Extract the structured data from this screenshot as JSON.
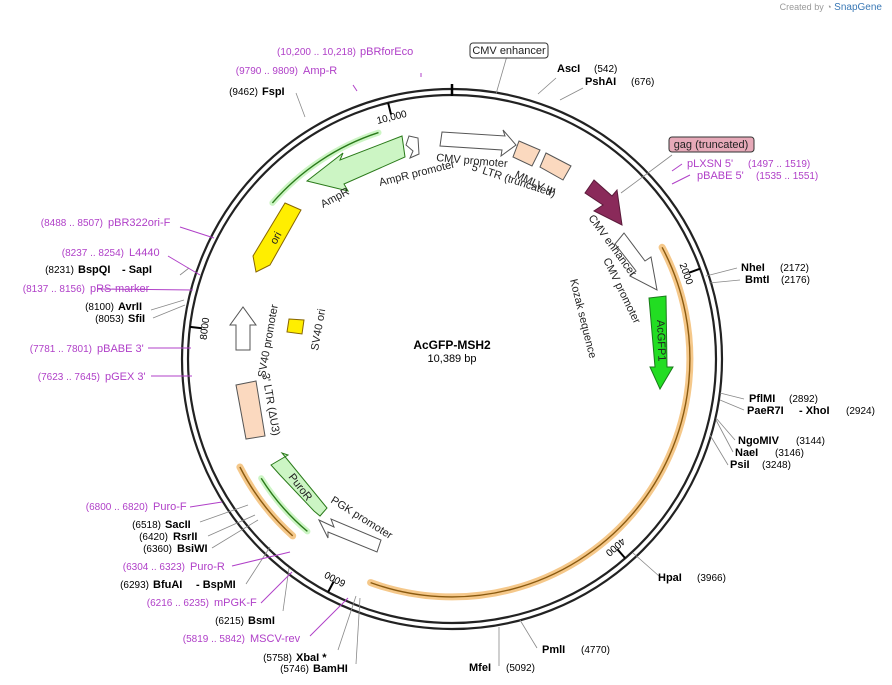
{
  "logo": {
    "prefix": "Created by",
    "brand": "SnapGene"
  },
  "plasmid": {
    "name": "AcGFP-MSH2",
    "length_label": "10,389 bp"
  },
  "ticks": [
    {
      "label": "2000",
      "angle": 70
    },
    {
      "label": "4000",
      "angle": 139
    },
    {
      "label": "6000",
      "angle": 208
    },
    {
      "label": "8000",
      "angle": 277
    },
    {
      "label": "10,000",
      "angle": 346
    }
  ],
  "features": [
    {
      "label": "CMV enhancer",
      "boxed": true,
      "box_fill": "#ffffff"
    },
    {
      "label": "gag (truncated)",
      "boxed": true,
      "box_fill": "#e6a9b8"
    },
    {
      "label": "CMV promoter"
    },
    {
      "label": "5' LTR (truncated)"
    },
    {
      "label": "MMLV Ψ"
    },
    {
      "label": "AmpR promoter"
    },
    {
      "label": "AmpR"
    },
    {
      "label": "ori"
    },
    {
      "label": "CMV enhancer"
    },
    {
      "label": "CMV promoter"
    },
    {
      "label": "Kozak sequence"
    },
    {
      "label": "AcGFP1"
    },
    {
      "label": "SV40 promoter"
    },
    {
      "label": "SV40 ori"
    },
    {
      "label": "3' LTR (ΔU3)"
    },
    {
      "label": "PuroR"
    },
    {
      "label": "PGK promoter"
    }
  ],
  "enzymes": [
    {
      "name": "AscI",
      "pos": "(542)"
    },
    {
      "name": "PshAI",
      "pos": "(676)"
    },
    {
      "name": "NheI",
      "pos": "(2172)"
    },
    {
      "name": "BmtI",
      "pos": "(2176)"
    },
    {
      "name": "PflMI",
      "pos": "(2892)"
    },
    {
      "name": "PaeR7I",
      "pos": "(2924)",
      "sep": "- XhoI"
    },
    {
      "name": "NgoMIV",
      "pos": "(3144)"
    },
    {
      "name": "NaeI",
      "pos": "(3146)"
    },
    {
      "name": "PsiI",
      "pos": "(3248)"
    },
    {
      "name": "HpaI",
      "pos": "(3966)"
    },
    {
      "name": "PmlI",
      "pos": "(4770)"
    },
    {
      "name": "MfeI",
      "pos": "(5092)"
    },
    {
      "name": "FspI",
      "pos": "(9462)"
    },
    {
      "name": "BspQI",
      "pos": "(8231)",
      "sep": "- SapI"
    },
    {
      "name": "AvrII",
      "pos": "(8100)"
    },
    {
      "name": "SfiI",
      "pos": "(8053)"
    },
    {
      "name": "SacII",
      "pos": "(6518)"
    },
    {
      "name": "RsrII",
      "pos": "(6420)"
    },
    {
      "name": "BsiWI",
      "pos": "(6360)"
    },
    {
      "name": "BfuAI",
      "pos": "(6293)",
      "sep": "- BspMI"
    },
    {
      "name": "BsmI",
      "pos": "(6215)"
    },
    {
      "name": "XbaI *",
      "pos": "(5758)"
    },
    {
      "name": "BamHI",
      "pos": "(5746)"
    }
  ],
  "primers": [
    {
      "name": "pBRforEco",
      "range": "(10,200 .. 10,218)"
    },
    {
      "name": "Amp-R",
      "range": "(9790 .. 9809)"
    },
    {
      "name": "pLXSN 5'",
      "range": "(1497 .. 1519)"
    },
    {
      "name": "pBABE 5'",
      "range": "(1535 .. 1551)"
    },
    {
      "name": "pBR322ori-F",
      "range": "(8488 .. 8507)"
    },
    {
      "name": "L4440",
      "range": "(8237 .. 8254)"
    },
    {
      "name": "pRS-marker",
      "range": "(8137 .. 8156)"
    },
    {
      "name": "pBABE 3'",
      "range": "(7781 .. 7801)"
    },
    {
      "name": "pGEX 3'",
      "range": "(7623 .. 7645)"
    },
    {
      "name": "Puro-F",
      "range": "(6800 .. 6820)"
    },
    {
      "name": "Puro-R",
      "range": "(6304 .. 6323)"
    },
    {
      "name": "mPGK-F",
      "range": "(6216 .. 6235)"
    },
    {
      "name": "MSCV-rev",
      "range": "(5819 .. 5842)"
    }
  ],
  "colors": {
    "backbone": "#222222",
    "orf_highlight": "#f5c88a",
    "promoter_fill": "#ffffff",
    "ltr_fill": "#fbd9bf",
    "amp_fill": "#ccf5c4",
    "ori_fill": "#ffee00",
    "gag_fill": "#8a2a5a",
    "acgfp_fill": "#22dd22",
    "primer": "#b040c8"
  }
}
